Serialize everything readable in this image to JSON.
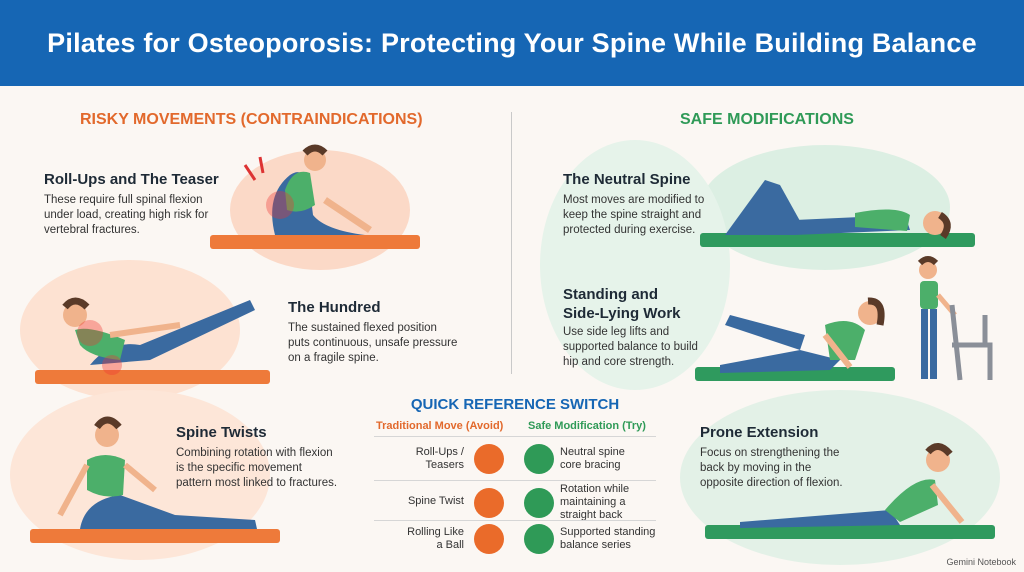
{
  "header": {
    "title": "Pilates for Osteoporosis: Protecting Your Spine While Building Balance"
  },
  "risky": {
    "title": "RISKY MOVEMENTS (CONTRAINDICATIONS)",
    "items": [
      {
        "title": "Roll-Ups and The Teaser",
        "desc": [
          "These require full spinal flexion",
          "under load, creating high risk for",
          "vertebral fractures."
        ]
      },
      {
        "title": "The Hundred",
        "desc": [
          "The sustained flexed position",
          "puts continuous, unsafe pressure",
          "on a fragile spine."
        ]
      },
      {
        "title": "Spine Twists",
        "desc": [
          "Combining rotation with flexion",
          "is the specific movement",
          "pattern most linked to fractures."
        ]
      }
    ]
  },
  "safe": {
    "title": "SAFE MODIFICATIONS",
    "items": [
      {
        "title": "The Neutral Spine",
        "desc": [
          "Most moves are modified to",
          "keep the spine straight and",
          "protected during exercise."
        ]
      },
      {
        "title_lines": [
          "Standing and",
          "Side-Lying Work"
        ],
        "desc": [
          "Use side leg lifts and",
          "supported balance to build",
          "hip and core strength."
        ]
      },
      {
        "title": "Prone Extension",
        "desc": [
          "Focus on strengthening the",
          "back by moving in the",
          "opposite direction of flexion."
        ]
      }
    ]
  },
  "quick_reference": {
    "title": "QUICK REFERENCE SWITCH",
    "col_left": "Traditional Move (Avoid)",
    "col_right": "Safe Modification (Try)",
    "rows": [
      {
        "left": [
          "Roll-Ups /",
          "Teasers"
        ],
        "right": [
          "Neutral spine",
          "core bracing"
        ]
      },
      {
        "left": [
          "Spine Twist"
        ],
        "right": [
          "Rotation while",
          "maintaining a",
          "straight back"
        ]
      },
      {
        "left": [
          "Rolling Like",
          "a Ball"
        ],
        "right": [
          "Supported standing",
          "balance series"
        ]
      }
    ]
  },
  "footer": {
    "label": "Gemini Notebook"
  },
  "colors": {
    "header": "#1666b4",
    "risky": "#e2692c",
    "safe": "#2f9a57",
    "mat_orange": "#ee7a3a",
    "mat_green": "#2f9a5e"
  }
}
